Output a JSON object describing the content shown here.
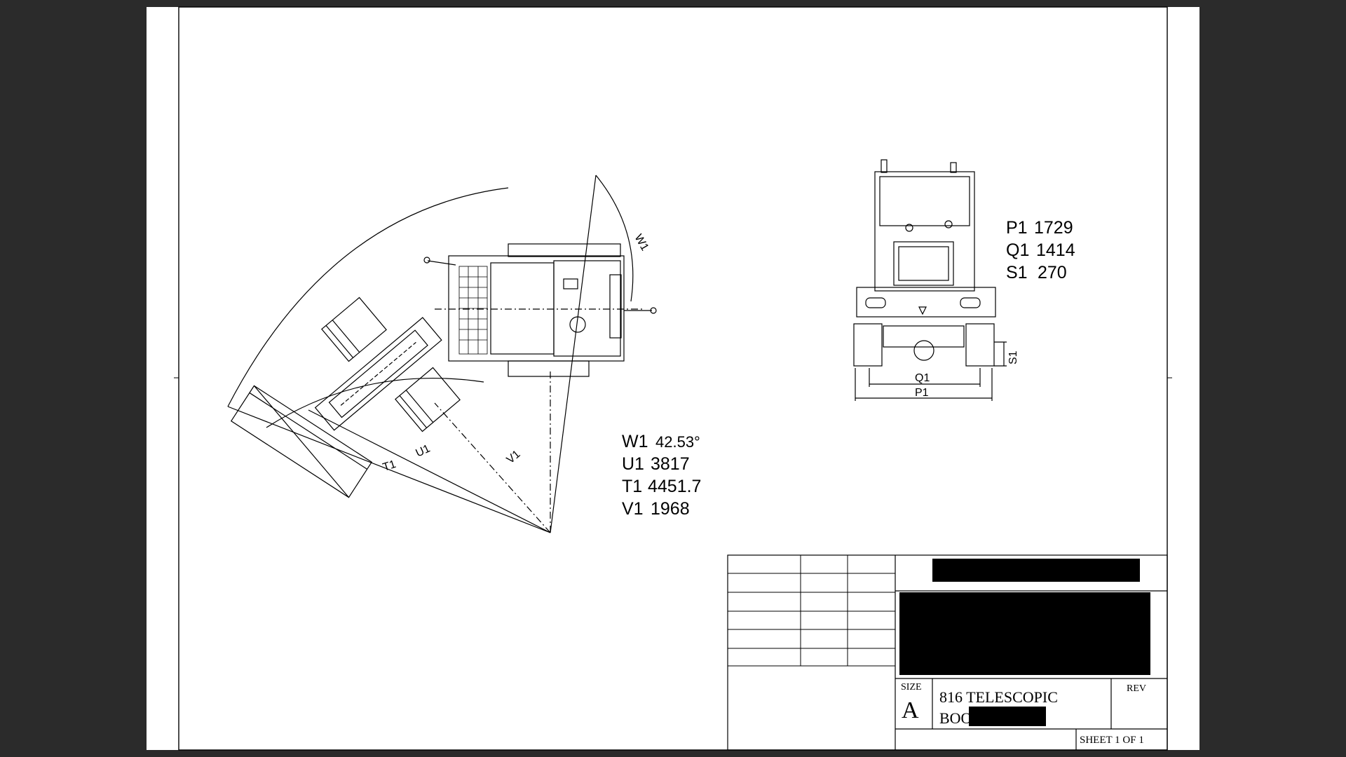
{
  "drawing": {
    "top_view_dims": [
      {
        "label": "W1",
        "value": "42.53°"
      },
      {
        "label": "U1",
        "value": "3817"
      },
      {
        "label": "T1",
        "value": "4451.7"
      },
      {
        "label": "V1",
        "value": "1968"
      }
    ],
    "front_view_dims": [
      {
        "label": "P1",
        "value": "1729"
      },
      {
        "label": "Q1",
        "value": "1414"
      },
      {
        "label": "S1",
        "value": "270"
      }
    ],
    "leader_labels": {
      "w1": "W1",
      "u1": "U1",
      "t1": "T1",
      "v1": "V1",
      "q1": "Q1",
      "p1": "P1",
      "s1": "S1"
    }
  },
  "title_block": {
    "size_label": "SIZE",
    "size_value": "A",
    "rev_label": "REV",
    "title_line1": "816 TELESCOPIC",
    "title_line2": "BOOM",
    "sheet": "SHEET 1 OF 1"
  },
  "colors": {
    "background": "#2b2b2b",
    "paper": "#ffffff",
    "ink": "#000000",
    "redaction": "#000000"
  }
}
